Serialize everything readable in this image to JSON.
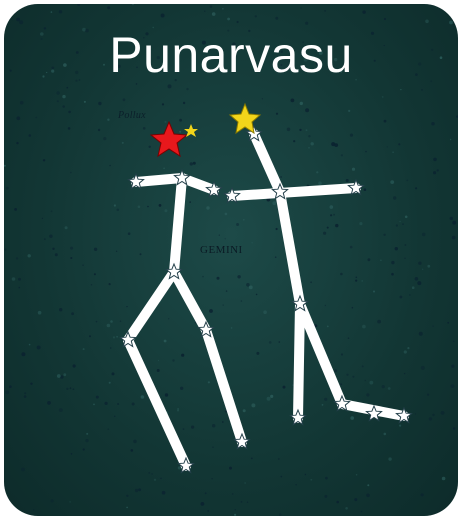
{
  "title": "Punarvasu",
  "labels": {
    "pollux": "Pollux",
    "gemini": "GEMINI"
  },
  "colors": {
    "background": "#123634",
    "figure": "#ffffff",
    "star_red": "#e8181c",
    "star_yellow": "#f2d51a"
  }
}
